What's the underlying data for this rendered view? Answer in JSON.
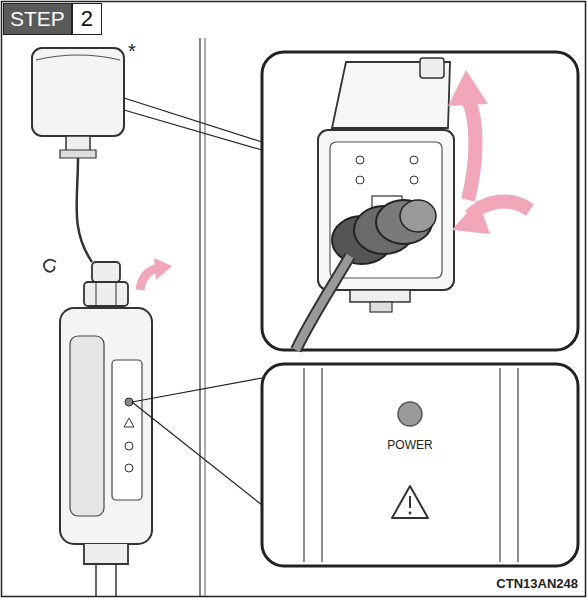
{
  "diagram": {
    "nodes": [
      {
        "text": [
          "STEP",
          "2"
        ]
      }
    ],
    "labels": [
      "*",
      "POWER",
      "CTN13AN248"
    ]
  }
}
